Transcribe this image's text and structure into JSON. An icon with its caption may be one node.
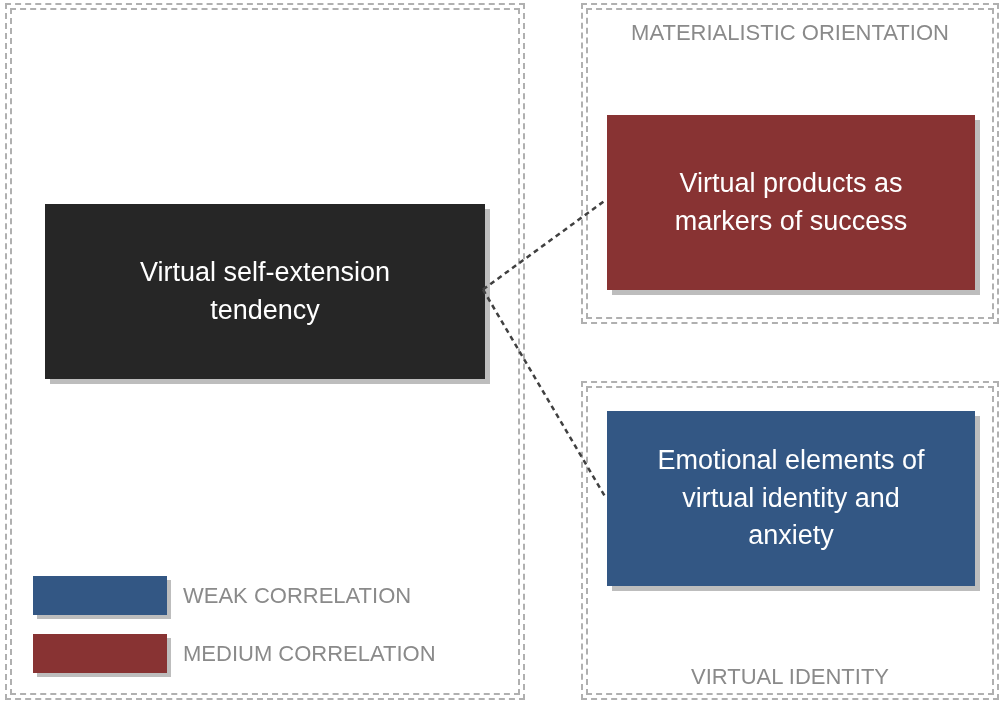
{
  "diagram": {
    "nodes": [
      {
        "text": [],
        "shape": "box"
      },
      {
        "text": [
          "Virtual self-extension tendency"
        ],
        "in": 0
      },
      {
        "text": [
          "MATERIALISTIC ORIENTATION"
        ]
      },
      {
        "text": [
          "Virtual products as markers of success"
        ],
        "in": 2
      },
      {
        "text": [
          "VIRTUAL IDENTITY"
        ]
      },
      {
        "text": [
          "Emotional elements of virtual identity and anxiety"
        ],
        "in": 4
      }
    ],
    "edges": [
      {
        "from": 1,
        "to": 3,
        "arrow": "none",
        "style": "dashed"
      },
      {
        "from": 1,
        "to": 5,
        "arrow": "none",
        "style": "dashed"
      }
    ],
    "legend": [
      {
        "text": "WEAK CORRELATION",
        "color": "#335784"
      },
      {
        "text": "MEDIUM CORRELATION",
        "color": "#883333"
      }
    ]
  }
}
